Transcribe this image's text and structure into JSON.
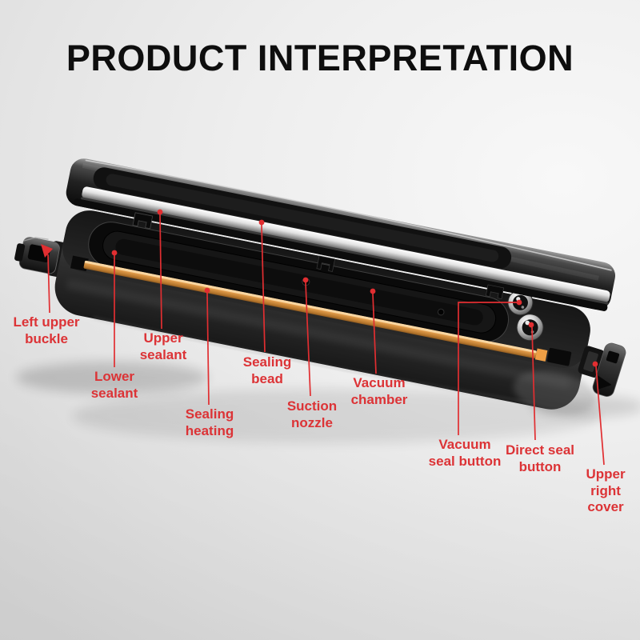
{
  "page": {
    "title": "PRODUCT INTERPRETATION"
  },
  "colors": {
    "background": "#e9e9e9",
    "title_text": "#0e0e0e",
    "label_red": "#dc3336",
    "leader_line_red": "#e12e31",
    "device_body_dark": "#1d1d1d",
    "sealing_heating_orange": "#dd9244",
    "sealing_bead_chrome": "#e2e2e2"
  },
  "diagram": {
    "device": "vacuum sealer with open lid",
    "labels": [
      {
        "id": "left-upper-buckle",
        "text": "Left upper\nbuckle"
      },
      {
        "id": "upper-sealant",
        "text": "Upper\nsealant"
      },
      {
        "id": "lower-sealant",
        "text": "Lower\nsealant"
      },
      {
        "id": "sealing-heating",
        "text": "Sealing\nheating"
      },
      {
        "id": "sealing-bead",
        "text": "Sealing\nbead"
      },
      {
        "id": "suction-nozzle",
        "text": "Suction\nnozzle"
      },
      {
        "id": "vacuum-chamber",
        "text": "Vacuum\nchamber"
      },
      {
        "id": "vacuum-seal-button",
        "text": "Vacuum\nseal button"
      },
      {
        "id": "direct-seal-button",
        "text": "Direct seal\nbutton"
      },
      {
        "id": "upper-right-cover",
        "text": "Upper right\ncover"
      }
    ]
  }
}
